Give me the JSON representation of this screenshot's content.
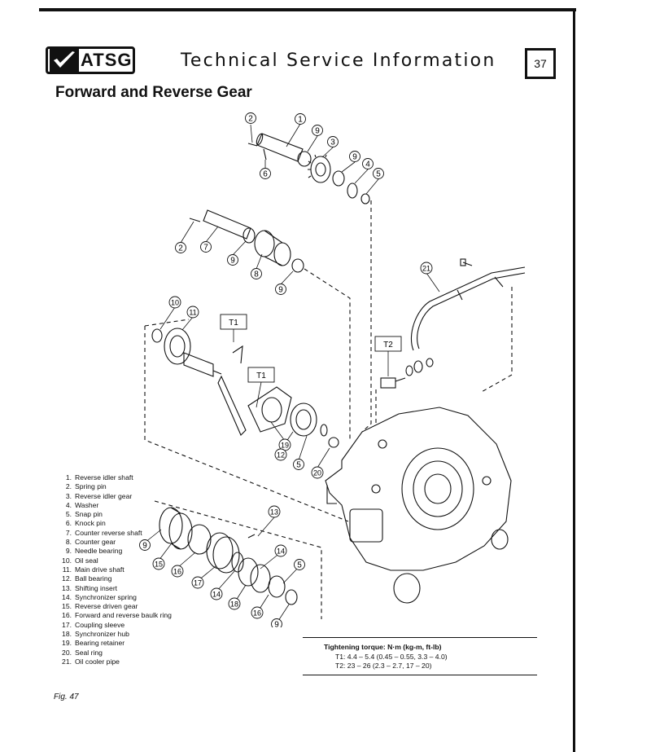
{
  "header": {
    "logo_text": "ATSG",
    "title": "Technical Service Information",
    "page_number": "37"
  },
  "section_title": "Forward and Reverse Gear",
  "callouts": {
    "c1": "1",
    "c2": "2",
    "c3": "3",
    "c4": "4",
    "c5": "5",
    "c6": "6",
    "c7": "7",
    "c8": "8",
    "c9": "9",
    "c10": "10",
    "c11": "11",
    "c12": "12",
    "c13": "13",
    "c14": "14",
    "c15": "15",
    "c16": "16",
    "c17": "17",
    "c18": "18",
    "c19": "19",
    "c20": "20",
    "c21": "21",
    "t1": "T1",
    "t2": "T2"
  },
  "legend": [
    {
      "num": "1.",
      "label": "Reverse idler shaft"
    },
    {
      "num": "2.",
      "label": "Spring pin"
    },
    {
      "num": "3.",
      "label": "Reverse idler gear"
    },
    {
      "num": "4.",
      "label": "Washer"
    },
    {
      "num": "5.",
      "label": "Snap pin"
    },
    {
      "num": "6.",
      "label": "Knock pin"
    },
    {
      "num": "7.",
      "label": "Counter reverse shaft"
    },
    {
      "num": "8.",
      "label": "Counter gear"
    },
    {
      "num": "9.",
      "label": "Needle bearing"
    },
    {
      "num": "10.",
      "label": "Oil seal"
    },
    {
      "num": "11.",
      "label": "Main drive shaft"
    },
    {
      "num": "12.",
      "label": "Ball bearing"
    },
    {
      "num": "13.",
      "label": "Shifting insert"
    },
    {
      "num": "14.",
      "label": "Synchronizer spring"
    },
    {
      "num": "15.",
      "label": "Reverse driven gear"
    },
    {
      "num": "16.",
      "label": "Forward and reverse baulk ring"
    },
    {
      "num": "17.",
      "label": "Coupling sleeve"
    },
    {
      "num": "18.",
      "label": "Synchronizer hub"
    },
    {
      "num": "19.",
      "label": "Bearing retainer"
    },
    {
      "num": "20.",
      "label": "Seal ring"
    },
    {
      "num": "21.",
      "label": "Oil cooler pipe"
    }
  ],
  "torque": {
    "title": "Tightening torque:  N·m (kg-m, ft-lb)",
    "t1": "T1:  4.4 – 5.4 (0.45 – 0.55, 3.3 – 4.0)",
    "t2": "T2:  23 – 26 (2.3 – 2.7, 17 – 20)"
  },
  "figure_caption": "Fig. 47"
}
